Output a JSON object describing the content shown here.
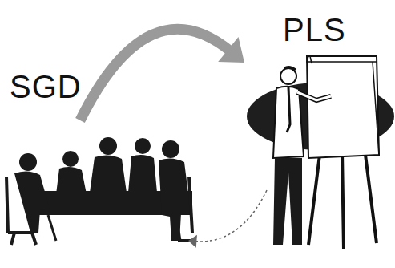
{
  "diagram": {
    "nodes": [
      {
        "text": [
          "SGD"
        ]
      },
      {
        "text": [
          "PLS"
        ]
      }
    ],
    "edges": [
      {
        "from": 0,
        "to": 1,
        "arrow": "to"
      },
      {
        "from": 1,
        "to": 0,
        "arrow": "to"
      }
    ]
  }
}
